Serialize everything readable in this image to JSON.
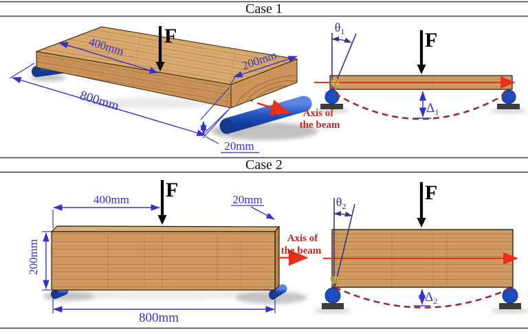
{
  "page": {
    "background": "#ffffff"
  },
  "colors": {
    "dimension_blue": "#3232c8",
    "theta_purple": "#3b2e8c",
    "axis_arrow_red": "#e8301a",
    "axis_text_red": "#c32424",
    "deflection_maroon": "#9c2838",
    "wood_top": "#d9a96e",
    "wood_front": "#c8935a",
    "wood_face": "#cf9b60",
    "support_blue": "#2456c6",
    "support_base_gray": "#3d3d3d",
    "marker_yellow": "#c9b500",
    "rule_gray": "#3f3f3f"
  },
  "case1": {
    "title": "Case 1",
    "force_label": "F",
    "theta_symbol": "θ",
    "theta_sub": "1",
    "delta_symbol": "Δ",
    "delta_sub": "1",
    "axis_line1": "Axis of",
    "axis_line2": "the beam",
    "dim_length": "800mm",
    "dim_half_length": "400mm",
    "dim_width": "200mm",
    "dim_thickness": "20mm"
  },
  "case2": {
    "title": "Case 2",
    "force_label": "F",
    "theta_symbol": "θ",
    "theta_sub": "2",
    "delta_symbol": "Δ",
    "delta_sub": "2",
    "axis_line1": "Axis of",
    "axis_line2": "the beam",
    "dim_length": "800mm",
    "dim_half_length": "400mm",
    "dim_height": "200mm",
    "dim_thickness": "20mm"
  }
}
